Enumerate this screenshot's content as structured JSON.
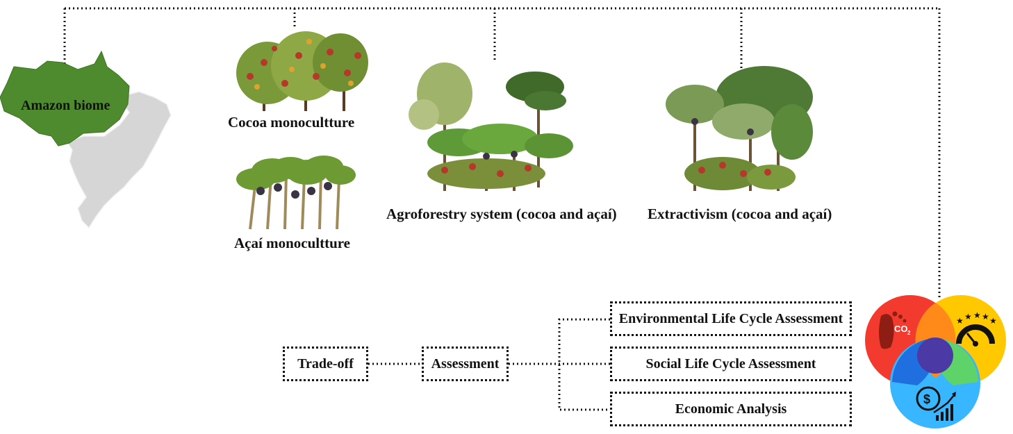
{
  "regions": {
    "amazon": {
      "label": "Amazon biome"
    }
  },
  "systems": {
    "cocoa_mono": {
      "label": "Cocoa monocultture"
    },
    "acai_mono": {
      "label": "Açaí monocultture"
    },
    "agroforestry": {
      "label": "Agroforestry system (cocoa and açaí)"
    },
    "extractivism": {
      "label": "Extractivism (cocoa and açaí)"
    }
  },
  "flow": {
    "tradeoff": "Trade-off",
    "assessment": "Assessment",
    "methods": [
      "Environmental Life Cycle Assessment",
      "Social Life Cycle Assessment",
      "Economic Analysis"
    ]
  },
  "venn": {
    "co2_text": "CO",
    "co2_sub": "2",
    "colors": {
      "environmental": "#f23a2e",
      "social": "#ffc800",
      "economic": "#38b6ff",
      "center": "#4b3aa6"
    }
  },
  "colors": {
    "amazon_green": "#4e8a2e",
    "brazil_gray": "#d6d6d6",
    "line": "#111111"
  }
}
